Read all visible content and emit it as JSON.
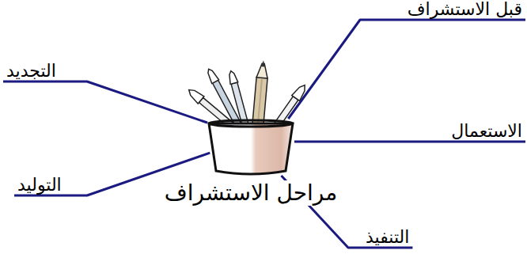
{
  "diagram": {
    "nodes": [
      {
        "text": [
          "مراحل الاستشراف"
        ]
      },
      {
        "text": [
          "قبل الاستشراف"
        ]
      },
      {
        "text": [
          "الاستعمال"
        ]
      },
      {
        "text": [
          "التنفيذ"
        ]
      },
      {
        "text": [
          "التوليد"
        ]
      },
      {
        "text": [
          "التجديد"
        ]
      }
    ],
    "edges": [
      {
        "from": 0,
        "to": 1,
        "arrow": "none"
      },
      {
        "from": 0,
        "to": 2,
        "arrow": "none"
      },
      {
        "from": 0,
        "to": 3,
        "arrow": "none"
      },
      {
        "from": 0,
        "to": 4,
        "arrow": "none"
      },
      {
        "from": 0,
        "to": 5,
        "arrow": "none"
      }
    ]
  }
}
